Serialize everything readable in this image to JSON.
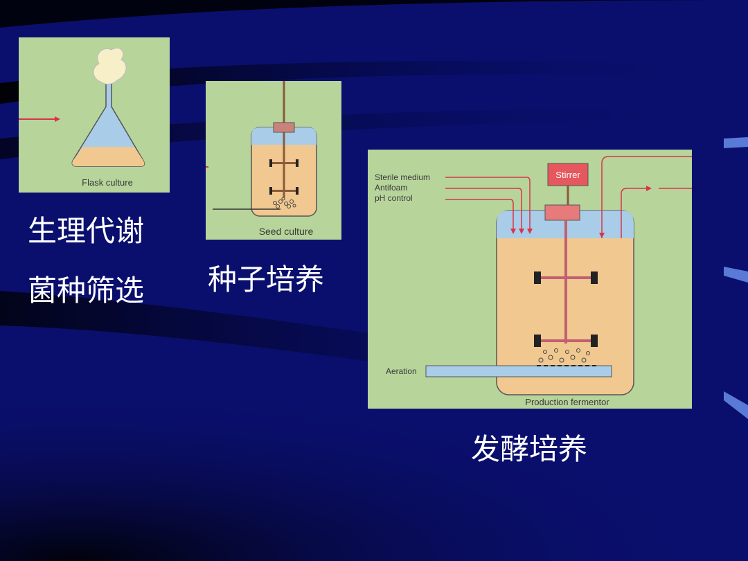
{
  "slide": {
    "captions": {
      "screening_line1": "生理代谢",
      "screening_line2": "菌种筛选",
      "seed": "种子培养",
      "fermentation": "发酵培养"
    }
  },
  "diagram": {
    "flask": {
      "label": "Flask culture"
    },
    "seed": {
      "label": "Seed culture"
    },
    "fermentor": {
      "label": "Production fermentor",
      "stirrer": "Stirrer",
      "inputs": [
        "Sterile medium",
        "Antifoam",
        "pH control"
      ],
      "aeration": "Aeration"
    }
  },
  "colors": {
    "background": "#0a0f6e",
    "panel": "#b7d49b",
    "medium": "#f0c890",
    "headspace": "#a9cde8",
    "arrow": "#d8344a"
  }
}
